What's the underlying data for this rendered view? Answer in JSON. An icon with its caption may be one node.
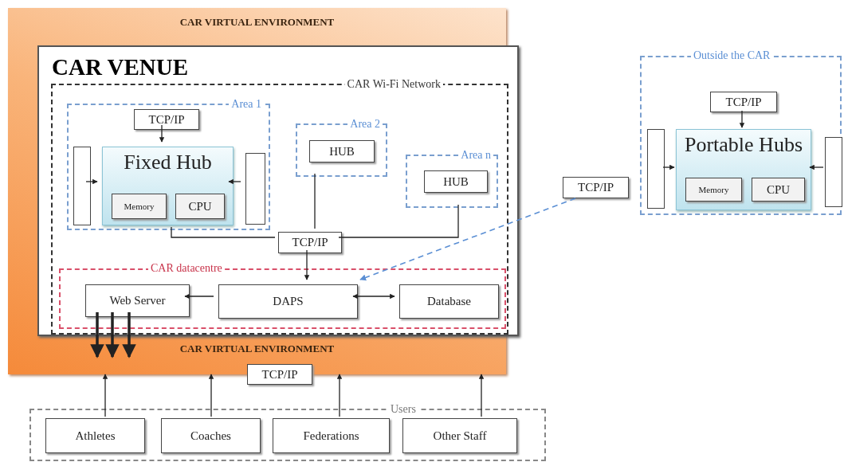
{
  "diagram": {
    "nodes": [
      {
        "text": [
          "CAR VIRTUAL ENVIRONMENT",
          "CAR VIRTUAL ENVIRONMENT"
        ]
      },
      {
        "text": [
          "CAR VENUE"
        ],
        "in": 0
      },
      {
        "text": [
          "CAR Wi-Fi Network"
        ],
        "in": 1
      },
      {
        "text": [
          "Area 1"
        ],
        "in": 2
      },
      {
        "text": [
          "TCP/IP"
        ],
        "in": 3
      },
      {
        "text": [],
        "shape": "bar",
        "in": 3
      },
      {
        "text": [
          "Fixed Hub"
        ],
        "in": 3
      },
      {
        "text": [
          "Memory"
        ],
        "in": 6
      },
      {
        "text": [
          "CPU"
        ],
        "in": 6
      },
      {
        "text": [],
        "shape": "bar",
        "in": 3
      },
      {
        "text": [
          "Area 2"
        ],
        "in": 2
      },
      {
        "text": [
          "HUB"
        ],
        "in": 10
      },
      {
        "text": [
          "Area n"
        ],
        "in": 2
      },
      {
        "text": [
          "HUB"
        ],
        "in": 12
      },
      {
        "text": [
          "TCP/IP"
        ],
        "in": 2
      },
      {
        "text": [
          "CAR datacentre"
        ],
        "in": 2
      },
      {
        "text": [
          "Web Server"
        ],
        "in": 15
      },
      {
        "text": [
          "DAPS"
        ],
        "in": 15
      },
      {
        "text": [
          "Database"
        ],
        "in": 15
      },
      {
        "text": [
          "Outside the CAR"
        ]
      },
      {
        "text": [
          "TCP/IP"
        ],
        "in": 19
      },
      {
        "text": [],
        "shape": "bar",
        "in": 19
      },
      {
        "text": [
          "Portable Hubs"
        ],
        "in": 19
      },
      {
        "text": [
          "Memory"
        ],
        "in": 22
      },
      {
        "text": [
          "CPU"
        ],
        "in": 22
      },
      {
        "text": [],
        "shape": "bar",
        "in": 19
      },
      {
        "text": [
          "TCP/IP"
        ]
      },
      {
        "text": [
          "TCP/IP"
        ]
      },
      {
        "text": [
          "Users"
        ]
      },
      {
        "text": [
          "Athletes"
        ],
        "in": 28
      },
      {
        "text": [
          "Coaches"
        ],
        "in": 28
      },
      {
        "text": [
          "Federations"
        ],
        "in": 28
      },
      {
        "text": [
          "Other Staff"
        ],
        "in": 28
      }
    ],
    "edges": [
      {
        "from": 4,
        "to": 6,
        "arrow": "to"
      },
      {
        "from": 5,
        "to": 6,
        "arrow": "to"
      },
      {
        "from": 9,
        "to": 6,
        "arrow": "to"
      },
      {
        "from": 20,
        "to": 22,
        "arrow": "to"
      },
      {
        "from": 21,
        "to": 22,
        "arrow": "to"
      },
      {
        "from": 25,
        "to": 22,
        "arrow": "to"
      },
      {
        "from": 3,
        "to": 14,
        "arrow": "none"
      },
      {
        "from": 10,
        "to": 14,
        "arrow": "none"
      },
      {
        "from": 12,
        "to": 14,
        "arrow": "none"
      },
      {
        "from": 14,
        "to": 17,
        "arrow": "to"
      },
      {
        "from": 17,
        "to": 16,
        "arrow": "to"
      },
      {
        "from": 17,
        "to": 18,
        "arrow": "both"
      },
      {
        "from": 26,
        "to": 17,
        "arrow": "to",
        "style": "dashed",
        "color": "#5b8fd4"
      },
      {
        "from": 16,
        "to": null,
        "arrow": "to",
        "style": "thick"
      },
      {
        "from": 16,
        "to": null,
        "arrow": "to",
        "style": "thick"
      },
      {
        "from": 16,
        "to": null,
        "arrow": "to",
        "style": "thick"
      },
      {
        "from": 29,
        "to": 0,
        "arrow": "to"
      },
      {
        "from": 30,
        "to": 0,
        "arrow": "to"
      },
      {
        "from": 31,
        "to": 0,
        "arrow": "to"
      },
      {
        "from": 32,
        "to": 0,
        "arrow": "to"
      }
    ]
  }
}
